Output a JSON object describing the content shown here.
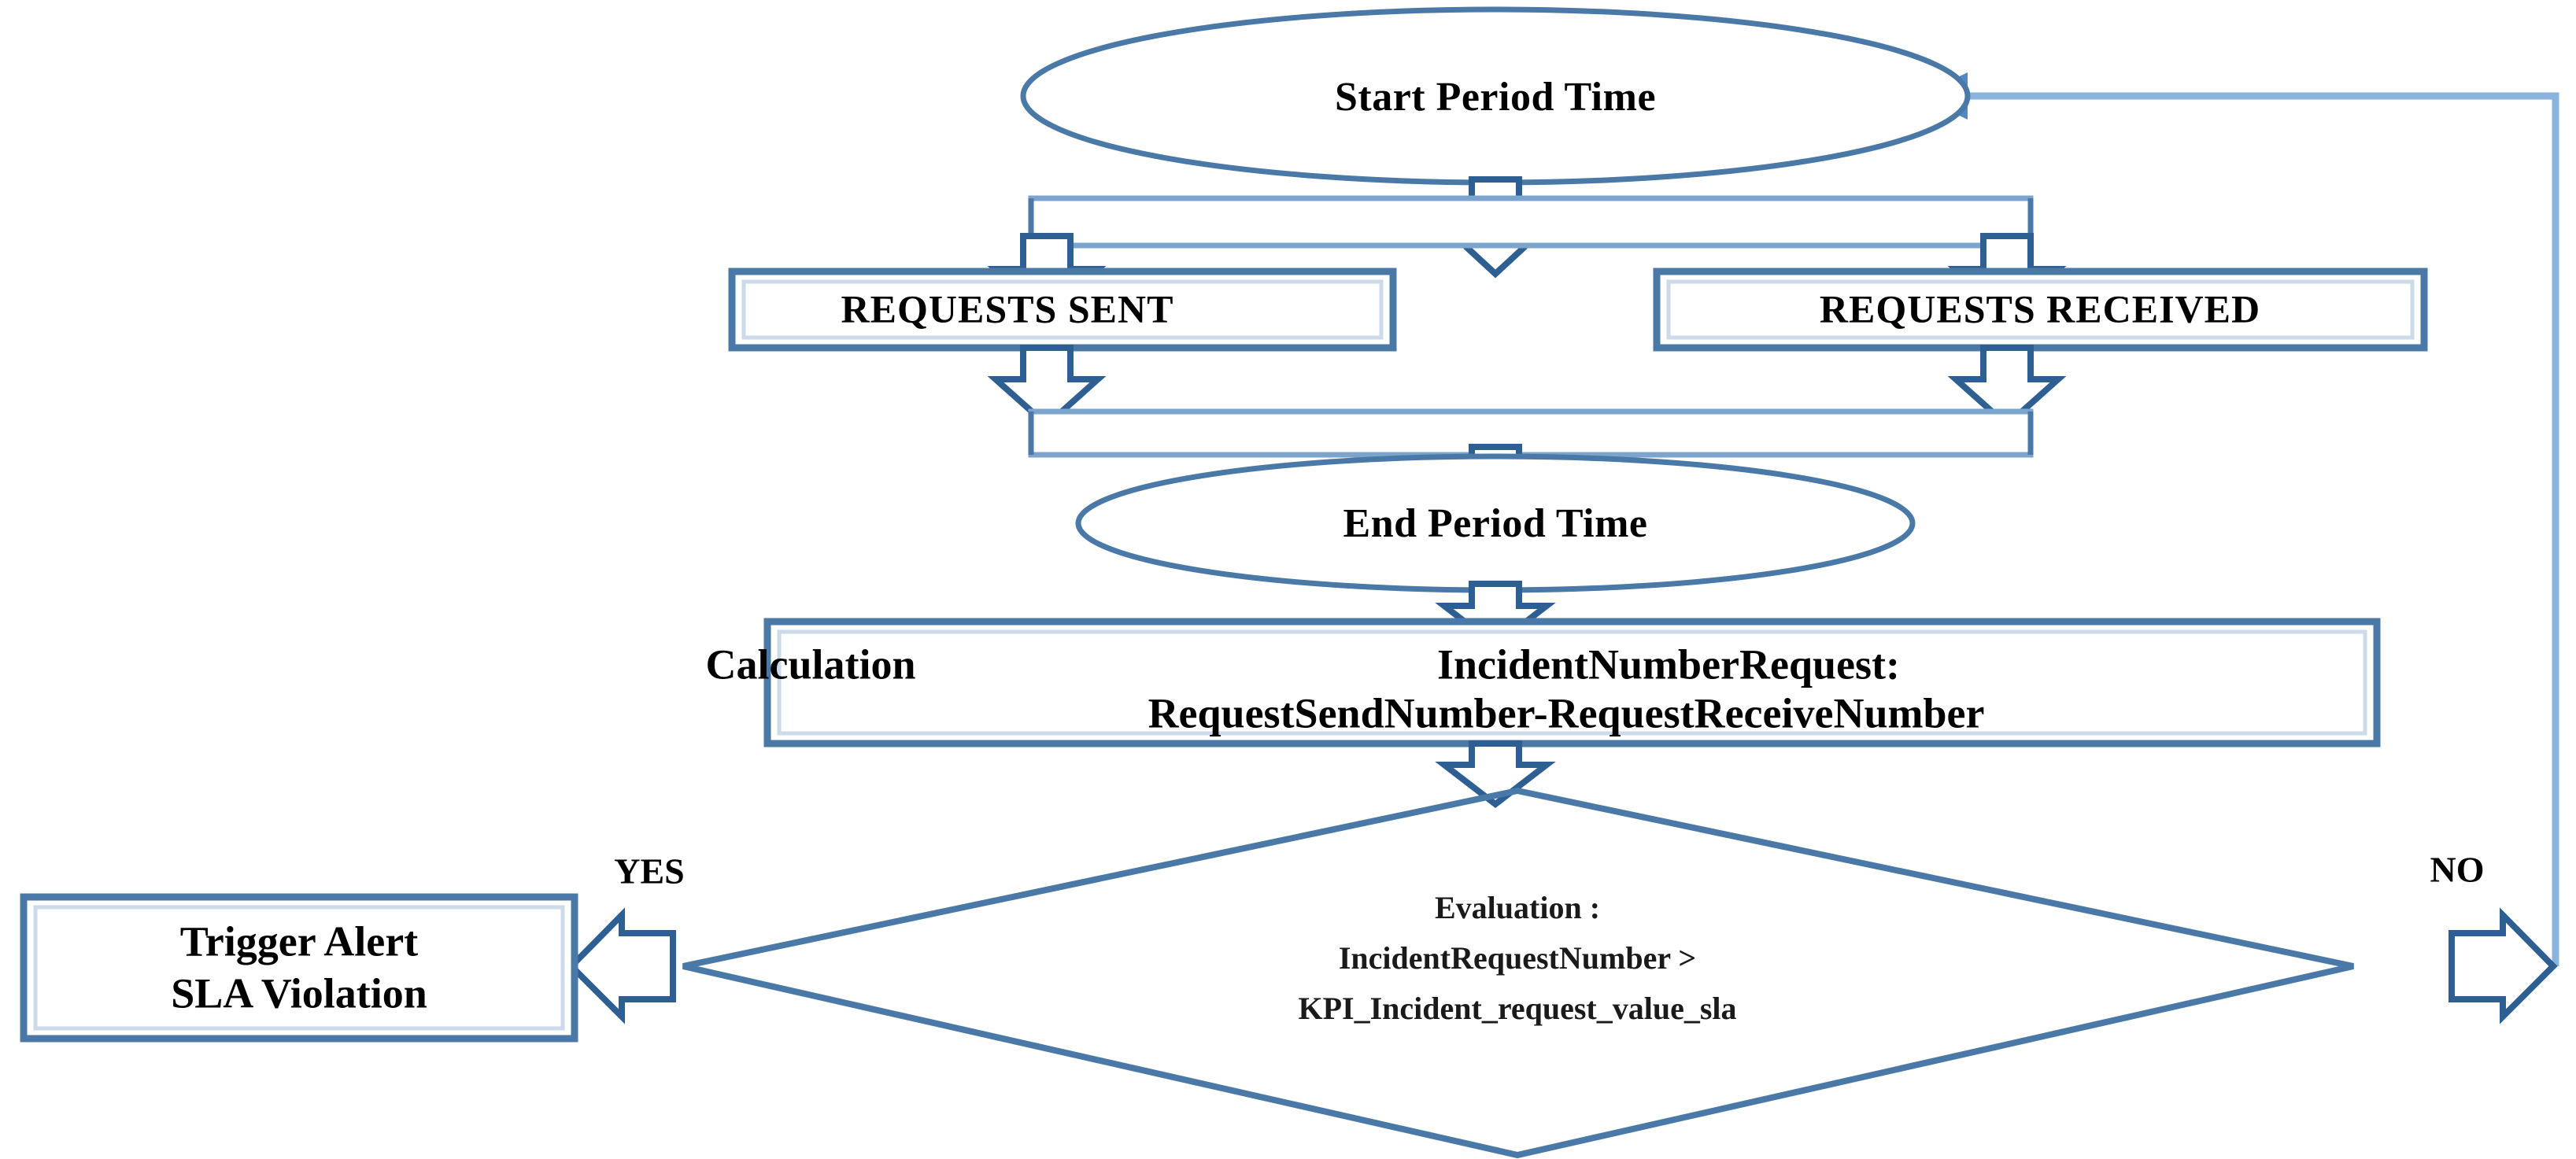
{
  "diagram": {
    "title": "SLA Incident Request Evaluation Flow",
    "colors": {
      "shape_stroke": "#4a79a8",
      "arrow_stroke": "#2e5f92",
      "connector": "#8ab3de",
      "shape_fill": "#ffffff",
      "text": "#000000"
    },
    "nodes": {
      "start": {
        "shape": "ellipse",
        "label": "Start Period Time"
      },
      "requests_sent": {
        "shape": "rectangle",
        "label": "REQUESTS SENT"
      },
      "requests_received": {
        "shape": "rectangle",
        "label": "REQUESTS RECEIVED"
      },
      "end_period": {
        "shape": "ellipse",
        "label": "End Period Time"
      },
      "calculation": {
        "shape": "rectangle",
        "line1_left": "Calculation",
        "line1_right": "IncidentNumberRequest:",
        "line2": "RequestSendNumber-RequestReceiveNumber"
      },
      "evaluation": {
        "shape": "diamond",
        "line1": "Evaluation :",
        "line2": "IncidentRequestNumber  >",
        "line3": "KPI_Incident_request_value_sla"
      },
      "trigger_alert": {
        "shape": "rectangle",
        "line1": "Trigger Alert",
        "line2": "SLA Violation"
      }
    },
    "branches": {
      "yes": "YES",
      "no": "NO"
    }
  }
}
